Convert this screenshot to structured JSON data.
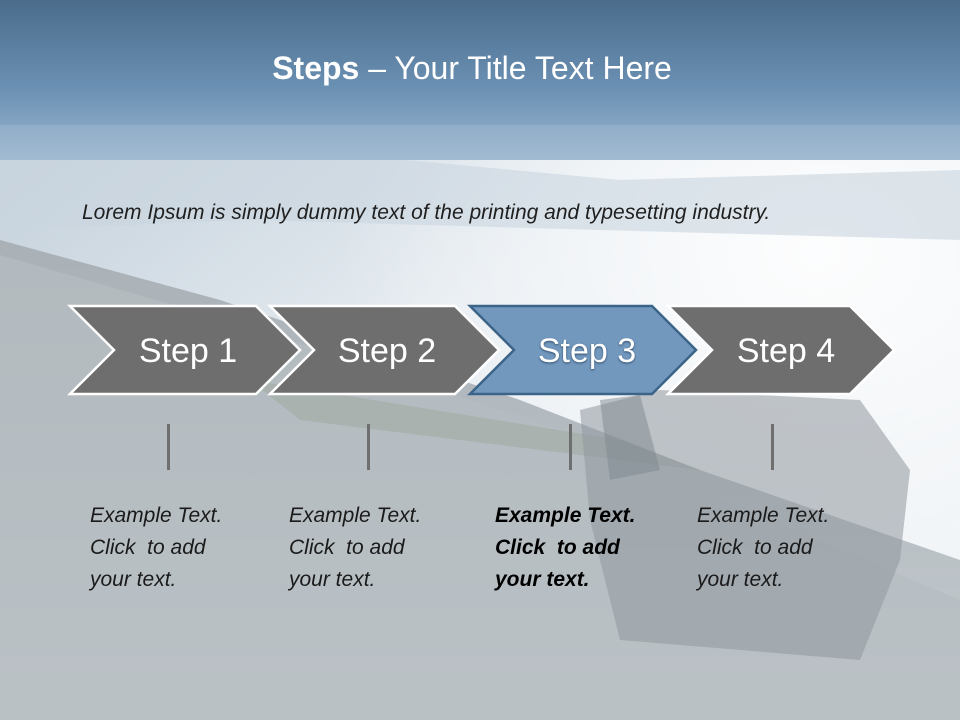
{
  "title": {
    "bold": "Steps",
    "rest": " – Your Title Text Here"
  },
  "lead_text": "Lorem Ipsum is simply dummy text of the printing and typesetting industry.",
  "colors": {
    "header_top": "#4d6f8e",
    "header_bottom": "#7095b7",
    "step_gray": "#6e6e6e",
    "step_active": "#7398bd",
    "step_active_border": "#3c6488"
  },
  "steps": [
    {
      "label": "Step 1",
      "text": [
        "Example Text.",
        "Click  to add",
        "your text."
      ],
      "active": false
    },
    {
      "label": "Step 2",
      "text": [
        "Example Text.",
        "Click  to add",
        "your text."
      ],
      "active": false
    },
    {
      "label": "Step 3",
      "text": [
        "Example Text.",
        "Click  to add",
        "your text."
      ],
      "active": true
    },
    {
      "label": "Step 4",
      "text": [
        "Example Text.",
        "Click  to add",
        "your text."
      ],
      "active": false
    }
  ]
}
